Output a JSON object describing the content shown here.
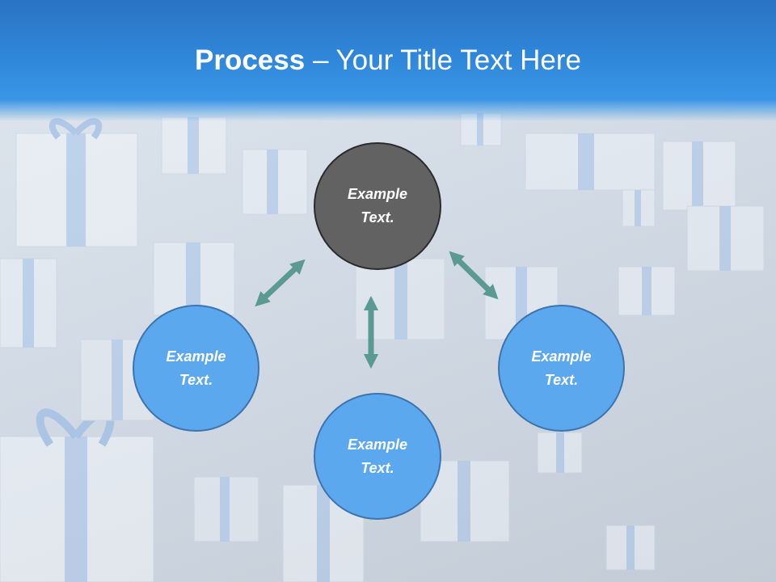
{
  "title": {
    "bold": "Process",
    "separator": " – ",
    "rest": "Your Title Text Here"
  },
  "nodes": {
    "top": {
      "line1": "Example",
      "line2": "Text."
    },
    "left": {
      "line1": "Example",
      "line2": "Text."
    },
    "right": {
      "line1": "Example",
      "line2": "Text."
    },
    "bottom": {
      "line1": "Example",
      "line2": "Text."
    }
  },
  "colors": {
    "header": "#2f86d9",
    "node_fill": "#5ba8ee",
    "node_border": "#3e74ad",
    "center_fill": "#626262",
    "arrow": "#5a9a92"
  }
}
